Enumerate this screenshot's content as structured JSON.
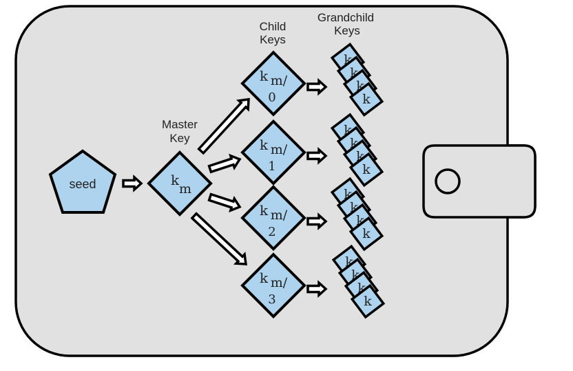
{
  "diagram": {
    "title": "HD wallet key derivation",
    "colors": {
      "wallet_fill": "#e1e1e1",
      "key_fill": "#aed3ee",
      "outline": "#000000"
    },
    "seed": {
      "label": "seed"
    },
    "master": {
      "heading_line1": "Master",
      "heading_line2": "Key",
      "symbol": "k",
      "subscript": "m"
    },
    "children": {
      "heading_line1": "Child",
      "heading_line2": "Keys",
      "items": [
        {
          "symbol": "k",
          "sub": "m/",
          "index": "0"
        },
        {
          "symbol": "k",
          "sub": "m/",
          "index": "1"
        },
        {
          "symbol": "k",
          "sub": "m/",
          "index": "2"
        },
        {
          "symbol": "k",
          "sub": "m/",
          "index": "3"
        }
      ]
    },
    "grandchildren": {
      "heading_line1": "Grandchild",
      "heading_line2": "Keys",
      "stack_label": "k",
      "per_child": 4
    }
  }
}
